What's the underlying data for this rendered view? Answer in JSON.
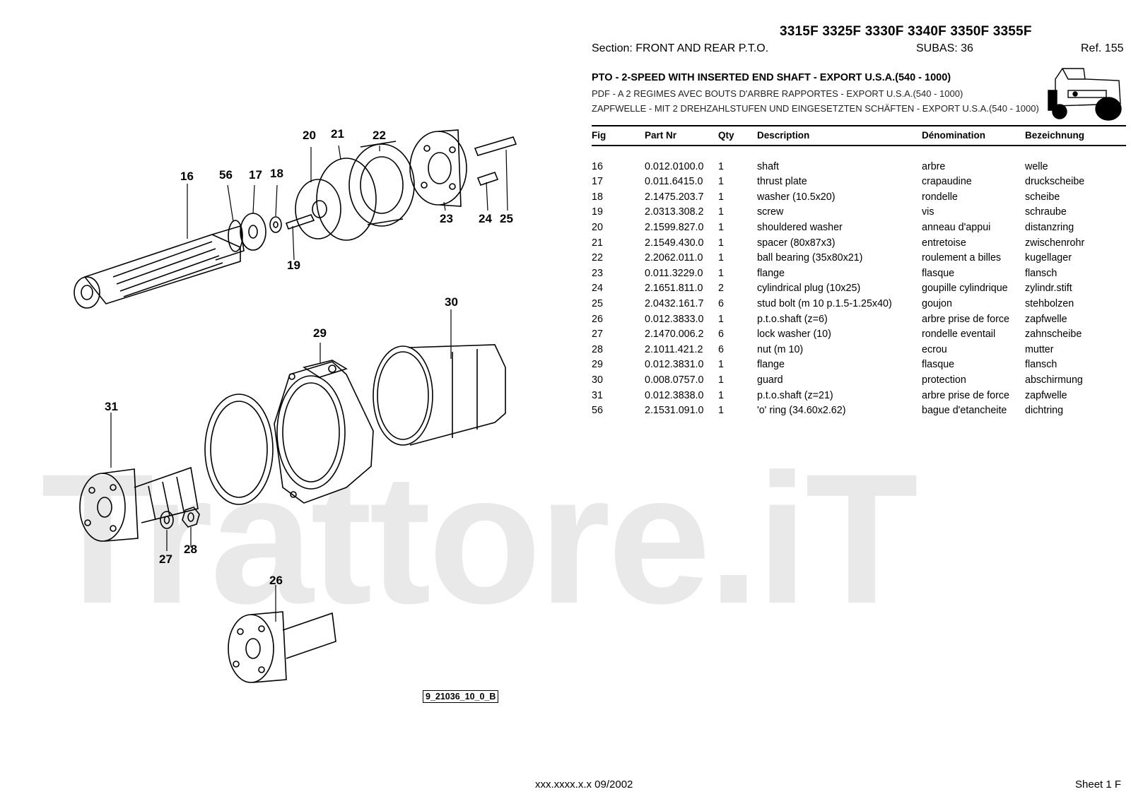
{
  "header": {
    "models": "3315F 3325F 3330F 3340F 3350F 3355F",
    "section": "Section: FRONT  AND  REAR  P.T.O.",
    "subas": "SUBAS: 36",
    "ref": "Ref. 155",
    "title_en": "PTO - 2-SPEED WITH INSERTED END SHAFT - EXPORT U.S.A.(540 - 1000)",
    "title_fr": "PDF - A 2 REGIMES AVEC BOUTS D'ARBRE RAPPORTES - EXPORT U.S.A.(540 - 1000)",
    "title_de": "ZAPFWELLE - MIT 2 DREHZAHLSTUFEN UND EINGESETZTEN SCHÄFTEN - EXPORT U.S.A.(540 - 1000)"
  },
  "table": {
    "columns": [
      "Fig",
      "Part Nr",
      "Qty",
      "Description",
      "Dénomination",
      "Bezeichnung"
    ],
    "rows": [
      [
        "16",
        "0.012.0100.0",
        "1",
        "shaft",
        "arbre",
        "welle"
      ],
      [
        "17",
        "0.011.6415.0",
        "1",
        "thrust plate",
        "crapaudine",
        "druckscheibe"
      ],
      [
        "18",
        "2.1475.203.7",
        "1",
        "washer (10.5x20)",
        "rondelle",
        "scheibe"
      ],
      [
        "19",
        "2.0313.308.2",
        "1",
        "screw",
        "vis",
        "schraube"
      ],
      [
        "20",
        "2.1599.827.0",
        "1",
        "shouldered washer",
        "anneau d'appui",
        "distanzring"
      ],
      [
        "21",
        "2.1549.430.0",
        "1",
        "spacer (80x87x3)",
        "entretoise",
        "zwischenrohr"
      ],
      [
        "22",
        "2.2062.011.0",
        "1",
        "ball bearing (35x80x21)",
        "roulement a billes",
        "kugellager"
      ],
      [
        "23",
        "0.011.3229.0",
        "1",
        "flange",
        "flasque",
        "flansch"
      ],
      [
        "24",
        "2.1651.811.0",
        "2",
        "cylindrical plug (10x25)",
        "goupille cylindrique",
        "zylindr.stift"
      ],
      [
        "25",
        "2.0432.161.7",
        "6",
        "stud bolt (m 10 p.1.5-1.25x40)",
        "goujon",
        "stehbolzen"
      ],
      [
        "26",
        "0.012.3833.0",
        "1",
        "p.t.o.shaft (z=6)",
        "arbre prise de force",
        "zapfwelle"
      ],
      [
        "27",
        "2.1470.006.2",
        "6",
        "lock washer (10)",
        "rondelle eventail",
        "zahnscheibe"
      ],
      [
        "28",
        "2.1011.421.2",
        "6",
        "nut (m 10)",
        "ecrou",
        "mutter"
      ],
      [
        "29",
        "0.012.3831.0",
        "1",
        "flange",
        "flasque",
        "flansch"
      ],
      [
        "30",
        "0.008.0757.0",
        "1",
        "guard",
        "protection",
        "abschirmung"
      ],
      [
        "31",
        "0.012.3838.0",
        "1",
        "p.t.o.shaft (z=21)",
        "arbre prise de force",
        "zapfwelle"
      ],
      [
        "56",
        "2.1531.091.0",
        "1",
        "'o' ring (34.60x2.62)",
        "bague d'etancheite",
        "dichtring"
      ]
    ]
  },
  "diagram": {
    "labels": {
      "l16": "16",
      "l56": "56",
      "l17": "17",
      "l18": "18",
      "l19": "19",
      "l20": "20",
      "l21": "21",
      "l22": "22",
      "l23": "23",
      "l24": "24",
      "l25": "25",
      "l29": "29",
      "l30": "30",
      "l31": "31",
      "l27": "27",
      "l28": "28",
      "l26": "26"
    },
    "drawing_code": "9_21036_10_0_B"
  },
  "watermark": "Trattore.iT",
  "footer": {
    "code": "xxx.xxxx.x.x  09/2002",
    "sheet": "Sheet 1 F"
  }
}
